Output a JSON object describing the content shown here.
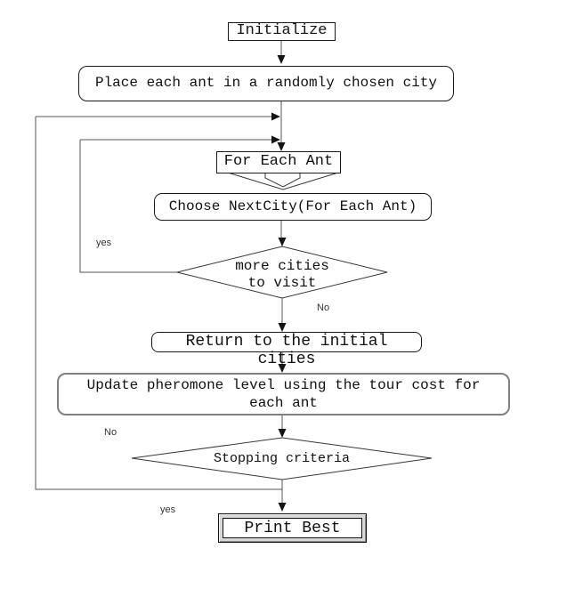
{
  "nodes": {
    "initialize": {
      "label": "Initialize"
    },
    "place": {
      "label": "Place each ant in a randomly chosen city"
    },
    "for_each_ant": {
      "label": "For Each Ant"
    },
    "choose_next": {
      "label": "Choose NextCity(For Each Ant)"
    },
    "more_cities": {
      "line1": "more cities",
      "line2": "to visit"
    },
    "return_initial": {
      "line1": "Return to the initial",
      "line2": "cities"
    },
    "update_pheromone": {
      "line1": "Update pheromone level using the tour cost for",
      "line2": "each ant"
    },
    "stopping": {
      "label": "Stopping criteria"
    },
    "print_best": {
      "label": "Print Best"
    }
  },
  "edge_labels": {
    "more_cities_yes": "yes",
    "more_cities_no": "No",
    "stopping_no": "No",
    "stopping_yes": "yes"
  },
  "colors": {
    "background": "#ffffff",
    "box_border": "#1a1a1a",
    "update_box_border": "#808080",
    "connector": "#565656",
    "arrowhead": "#141414"
  }
}
